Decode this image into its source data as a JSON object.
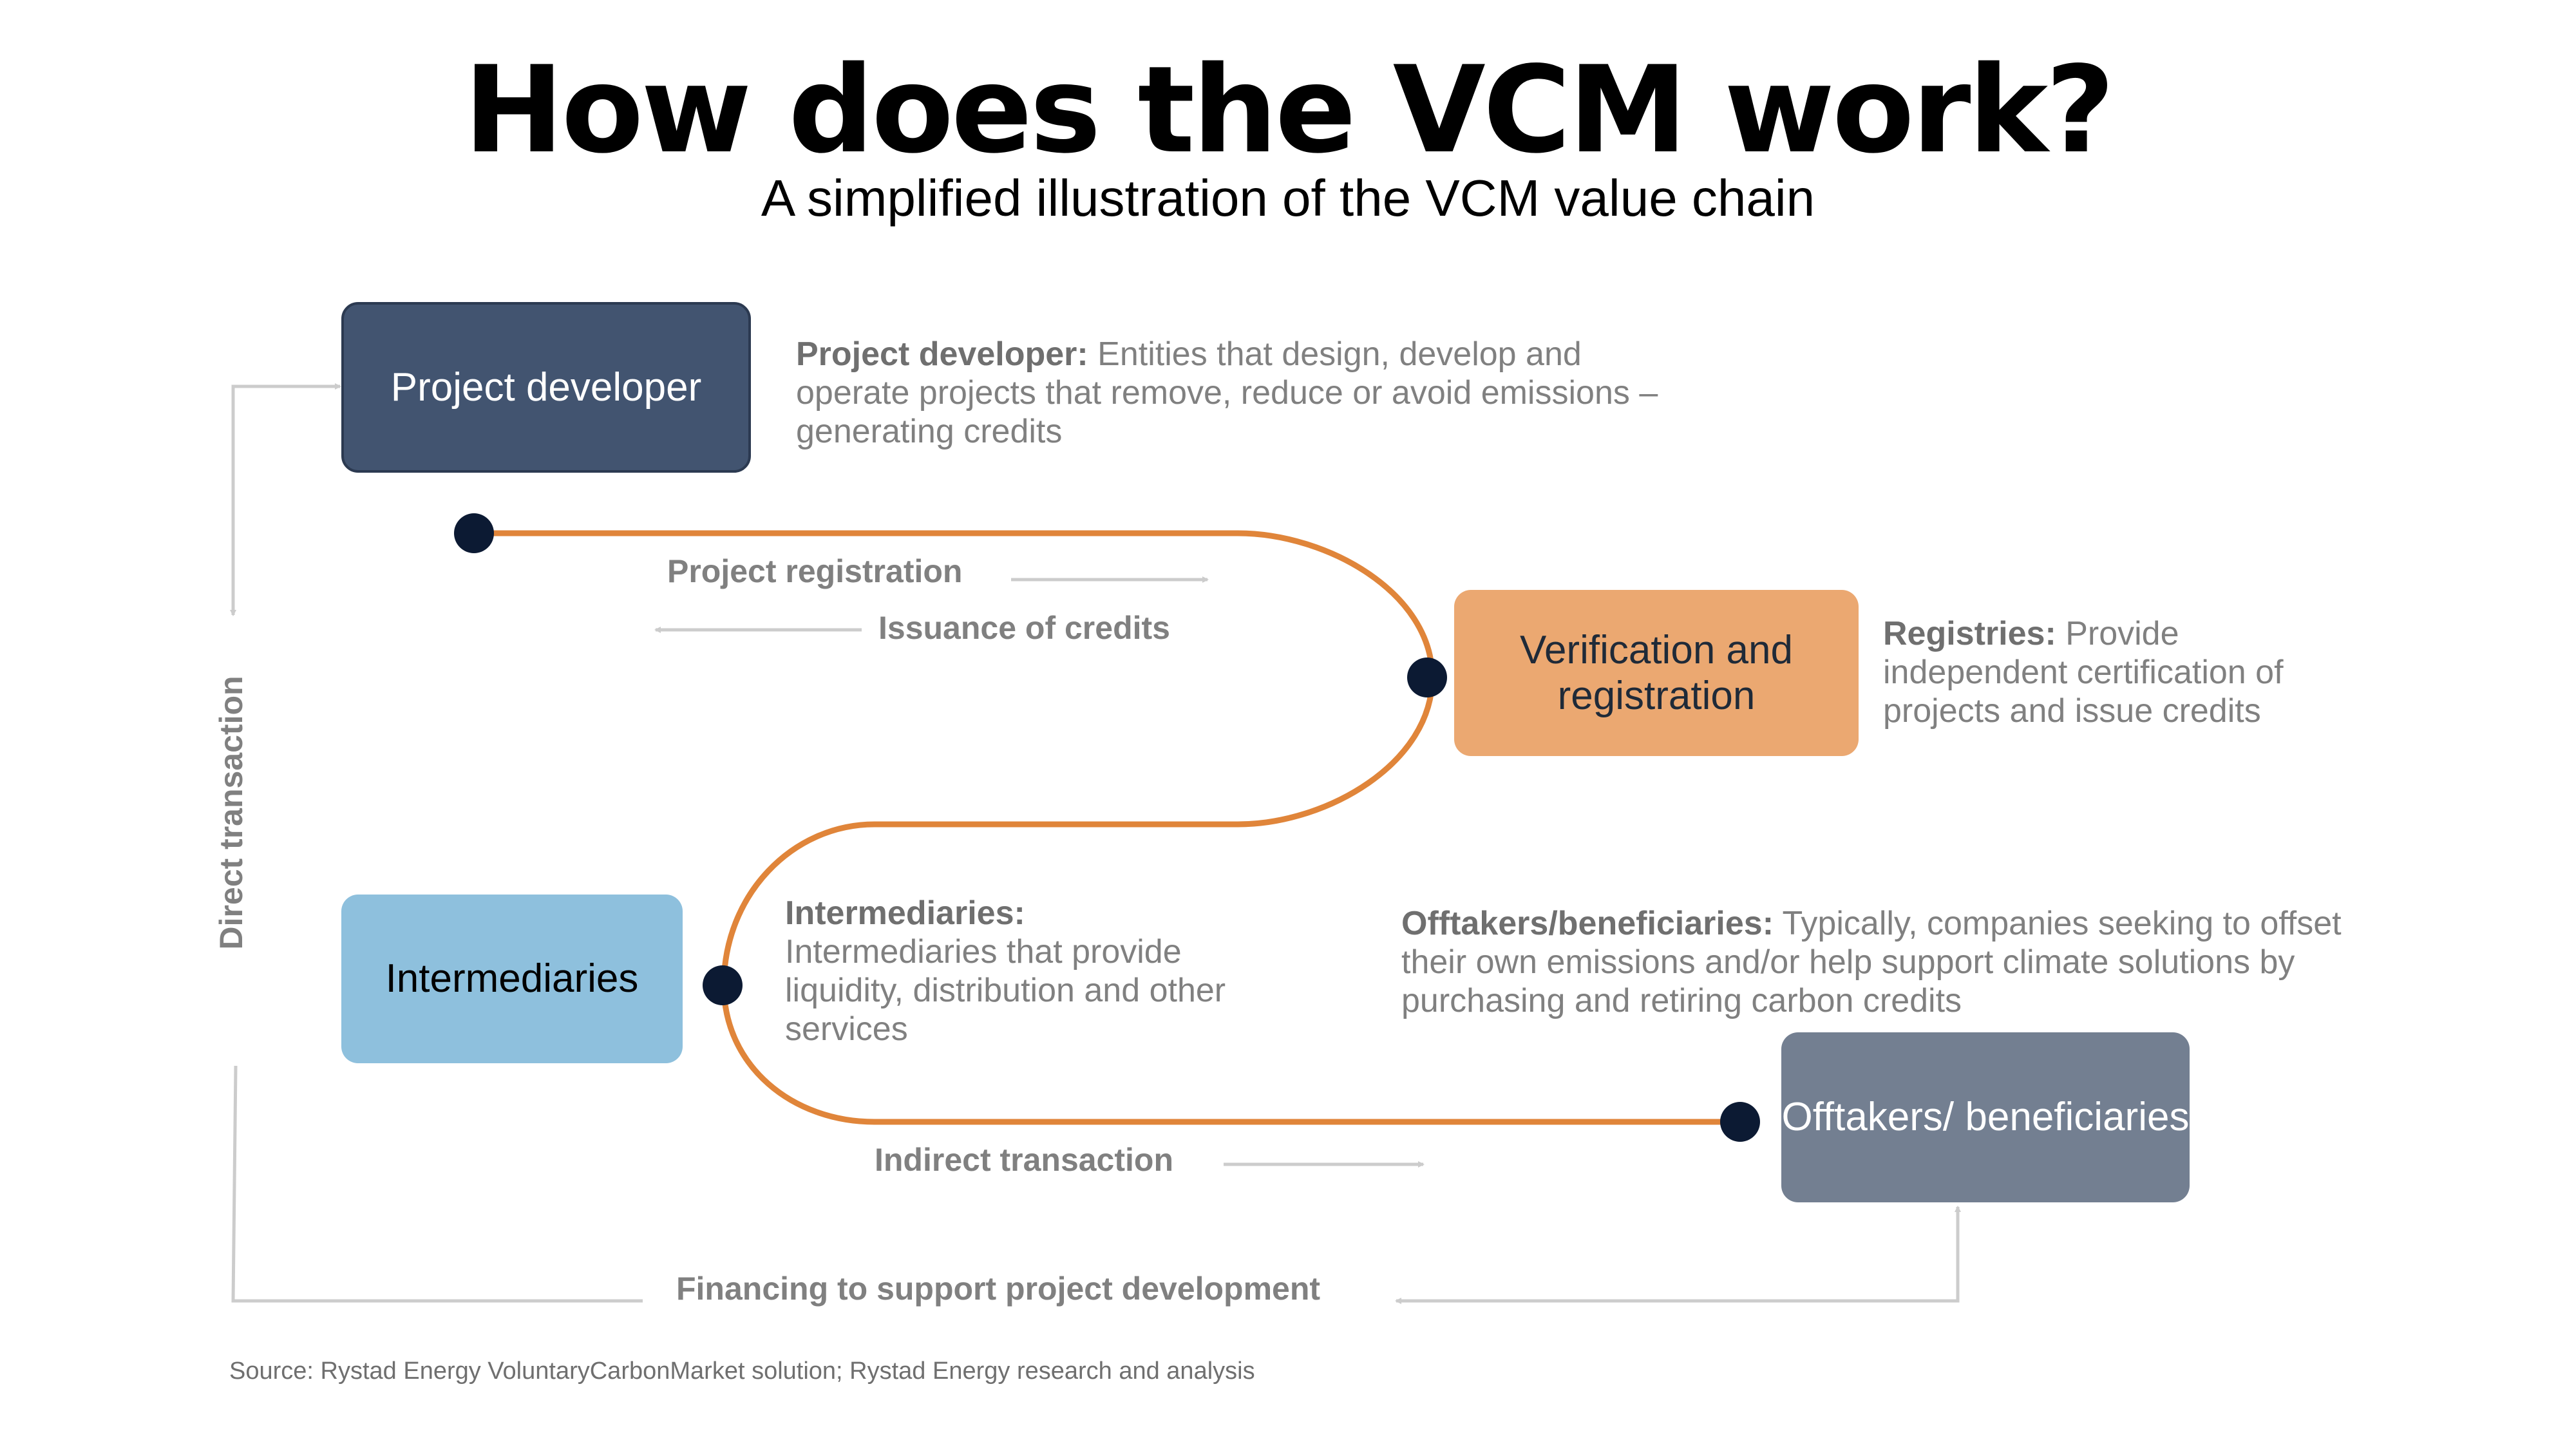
{
  "header": {
    "title": "How does the VCM work?",
    "subtitle": "A simplified illustration of the VCM value chain"
  },
  "nodes": {
    "project_developer": {
      "label": "Project developer",
      "desc_title": "Project developer:",
      "desc_text": " Entities that design, develop and operate projects that remove, reduce or avoid emissions – generating credits"
    },
    "verification": {
      "label": "Verification and registration",
      "desc_title": "Registries:",
      "desc_text": " Provide independent certification of projects and issue credits"
    },
    "intermediaries": {
      "label": "Intermediaries",
      "desc_title": "Intermediaries:",
      "desc_text": " Intermediaries that provide liquidity, distribution and other services"
    },
    "offtakers": {
      "label": "Offtakers/ beneficiaries",
      "desc_title": "Offtakers/beneficiaries:",
      "desc_text": " Typically, companies seeking to offset their own emissions and/or help support climate solutions by purchasing and retiring carbon credits"
    }
  },
  "flows": {
    "project_registration": "Project registration",
    "issuance_of_credits": "Issuance of credits",
    "indirect_transaction": "Indirect transaction",
    "direct_transaction": "Direct transaction",
    "financing": "Financing to support project development"
  },
  "footer": {
    "source": "Source: Rystad Energy VoluntaryCarbonMarket solution; Rystad Energy research and analysis"
  },
  "colors": {
    "path_orange": "#e0853a",
    "dot_navy": "#0c1a33",
    "arrow_gray": "#cccccc"
  }
}
